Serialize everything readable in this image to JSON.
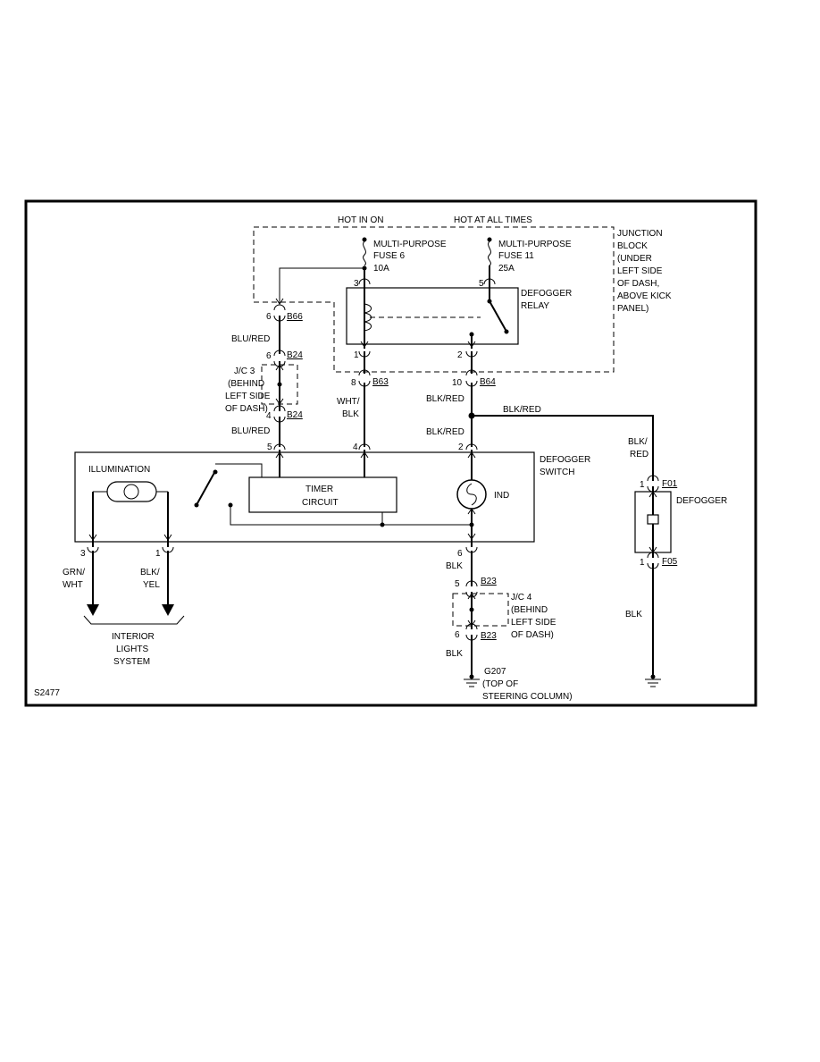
{
  "diagram_id": "S2477",
  "sources": {
    "hot_in_on": "HOT IN ON",
    "hot_at_all_times": "HOT AT ALL TIMES"
  },
  "junction_block": {
    "lines": [
      "JUNCTION",
      "BLOCK",
      "(UNDER",
      "LEFT SIDE",
      "OF DASH,",
      "ABOVE KICK",
      "PANEL)"
    ]
  },
  "fuses": {
    "fuse6": {
      "lines": [
        "MULTI-PURPOSE",
        "FUSE 6"
      ],
      "rating": "10A"
    },
    "fuse11": {
      "lines": [
        "MULTI-PURPOSE",
        "FUSE 11"
      ],
      "rating": "25A"
    }
  },
  "relay": {
    "lines": [
      "DEFOGGER",
      "RELAY"
    ],
    "pin_coil_top": "3",
    "pin_switch_top": "5",
    "pin_coil_bottom": "1",
    "pin_switch_bottom": "2"
  },
  "connectors": {
    "b66": "B66",
    "b66_pin": "6",
    "b24": "B24",
    "b24_pin_top": "6",
    "b24_pin_bottom": "4",
    "b63": "B63",
    "b63_pin": "8",
    "b64": "B64",
    "b64_pin": "10",
    "b23": "B23",
    "b23_pin_top": "5",
    "b23_pin_bottom": "6",
    "f01": "F01",
    "f01_pin": "1",
    "f05": "F05",
    "f05_pin": "1"
  },
  "jc3": {
    "lines": [
      "J/C 3",
      "(BEHIND",
      "LEFT SIDE",
      "OF DASH)"
    ]
  },
  "jc4": {
    "lines": [
      "J/C 4",
      "(BEHIND",
      "LEFT SIDE",
      "OF DASH)"
    ]
  },
  "wires": {
    "blu_red": "BLU/RED",
    "wht_blk": [
      "WHT/",
      "BLK"
    ],
    "blk_red": "BLK/RED",
    "blk_red_right": [
      "BLK/",
      "RED"
    ],
    "grn_wht": [
      "GRN/",
      "WHT"
    ],
    "blk_yel": [
      "BLK/",
      "YEL"
    ],
    "blk": "BLK"
  },
  "defogger_switch": {
    "lines": [
      "DEFOGGER",
      "SWITCH"
    ],
    "illumination": "ILLUMINATION",
    "timer": [
      "TIMER",
      "CIRCUIT"
    ],
    "ind": "IND",
    "pin_top_left": "5",
    "pin_top_mid": "4",
    "pin_top_right": "2",
    "pin_bottom_left": "3",
    "pin_bottom_mid": "1",
    "pin_bottom_right": "6"
  },
  "defogger": "DEFOGGER",
  "interior_lights": [
    "INTERIOR",
    "LIGHTS",
    "SYSTEM"
  ],
  "ground_g207": {
    "name": "G207",
    "lines": [
      "(TOP OF",
      "STEERING COLUMN)"
    ]
  }
}
